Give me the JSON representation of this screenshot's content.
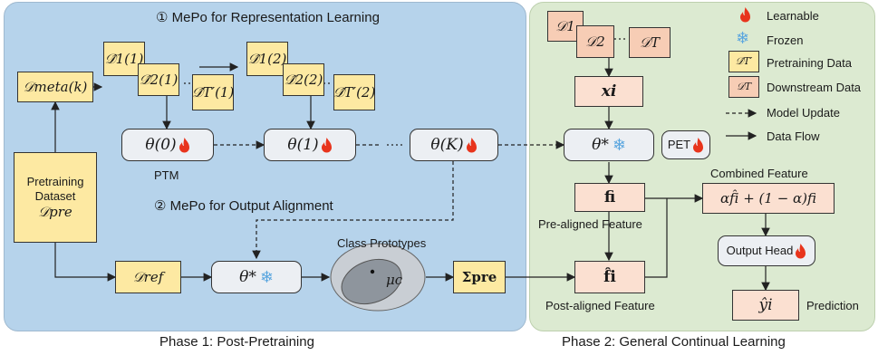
{
  "phase1": {
    "caption": "Phase 1: Post-Pretraining",
    "heading1": "① MePo for Representation Learning",
    "heading2": "② MePo for Output Alignment",
    "meta_box": "𝒟meta(k)",
    "pretraining_box": [
      "Pretraining",
      "Dataset",
      "𝒟pre"
    ],
    "task_sets": [
      [
        "𝒟̂1(1)",
        "𝒟̂2(1)",
        "𝒟̂T′(1)"
      ],
      [
        "𝒟̂1(2)",
        "𝒟̂2(2)",
        "𝒟̂T′(2)"
      ]
    ],
    "thetas": [
      "θ(0)",
      "θ(1)",
      "θ(K)"
    ],
    "ptm_label": "PTM",
    "ref_box": "𝒟ref",
    "frozen_theta": "θ*",
    "class_prototypes_label": "Class Prototypes",
    "mu_label": "μc",
    "sigma_box": "Σpre"
  },
  "phase2": {
    "caption": "Phase 2: General Continual Learning",
    "downstream_sets": [
      "𝒟1",
      "𝒟2",
      "𝒟T"
    ],
    "x_box": "xi",
    "frozen_theta": "θ*",
    "pet_label": "PET",
    "f_box": "fi",
    "pre_aligned_label": "Pre-aligned Feature",
    "f_hat_box": "f̂i",
    "post_aligned_label": "Post-aligned Feature",
    "combined_label": "Combined Feature",
    "combined_formula": "αf̂i + (1 − α)fi",
    "output_head": "Output Head",
    "y_box": "ŷi",
    "prediction_label": "Prediction"
  },
  "legend": {
    "learnable": "Learnable",
    "frozen": "Frozen",
    "pretraining_data": "Pretraining Data",
    "pretraining_symbol": "𝒟̂T′",
    "downstream_data": "Downstream Data",
    "downstream_symbol": "𝒟T",
    "model_update": "Model Update",
    "data_flow": "Data Flow"
  },
  "colors": {
    "phase1_bg": "#b6d3eb",
    "phase2_bg": "#dcead1",
    "pretraining_yellow": "#fde9a2",
    "downstream_salmon": "#f7cdb5",
    "learnable_red": "#e8341c",
    "frozen_blue": "#5aa6df"
  }
}
